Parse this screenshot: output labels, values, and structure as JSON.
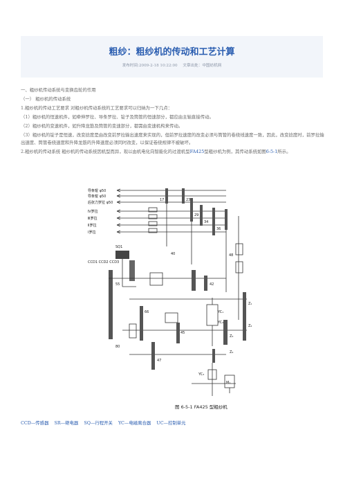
{
  "article": {
    "title": "粗纱：粗纱机的传动和工艺计算",
    "published_label": "发布时间:2009-2-18 10:22:00",
    "source_label": "文章出处：中国纺机网"
  },
  "body": {
    "p1": "一、粗纱机传动系统与变换齿轮的作用",
    "p2": "（一）   粗纱机的传动系统",
    "p3": "1.粗纱机的传动工艺要求   对粗纱机传动系统的工艺要求可以归纳为一下几点：",
    "p4": "（1）粗纱机的恒速机件，如牵伸罗拉、导条罗拉、锭子及筒管的恒速部分，都应由主轴直接传动。",
    "p5": "（2）粗纱机的变速机件，如升降龙筋及筒管的变速部分，都需由变速机构来传动。",
    "p6": "（3）粗纱机的锭子是恒速，改变捻度是由改变前罗拉输出速度来实现的，但前罗拉速度的改变必须与筒管的卷绕线速度一致，因此，改变捻度时，前罗拉输出速度、筒管卷绕速度和升降龙筋的升降速度必须同时改变，以保证卷绕规律不被破坏。",
    "p7_a": "2.粗纱机的传动系统   粗纱机的传动系统因机型而异，现以由机电化向智能化的过渡机型",
    "p7_b": "FA425",
    "p7_c": "型粗纱机为例，其传动系统如图",
    "p7_d": "6-5-1",
    "p7_e": "所示。"
  },
  "figure": {
    "caption": "图 6-5-1   FA425 型粗纱机",
    "labels": {
      "daotiao1": "导条辊 φ50",
      "daotiao2": "导条辊 φ50",
      "houzhang": "后张力罗拉 φ50",
      "roller4": "Ⅳ罗拉",
      "roller3": "Ⅲ罗拉",
      "roller2": "Ⅱ罗拉",
      "roller1": "Ⅰ罗拉",
      "ccd": "CCD1 CCD2 CCD3",
      "sq": "SQ1",
      "yc1": "YC₁",
      "yc2": "YC₂",
      "yc3": "YC₃",
      "motor": "M₁",
      "z1": "Z₁",
      "z2": "Z₂",
      "z3": "Z₃",
      "z4": "Z₄",
      "g17": "17",
      "g23": "23",
      "g29": "29",
      "g34": "34",
      "g36": "36",
      "g40": "40",
      "g42": "42",
      "g45": "45",
      "g47": "47",
      "g48": "48",
      "g55": "55",
      "g66": "66",
      "g80": "80"
    }
  },
  "footer": {
    "ccd": "CCD—传感器",
    "sr": "SR—继电器",
    "sq": "SQ—行程开关",
    "yc": "YC—电磁离合器",
    "uc": "UC—控制单元"
  }
}
